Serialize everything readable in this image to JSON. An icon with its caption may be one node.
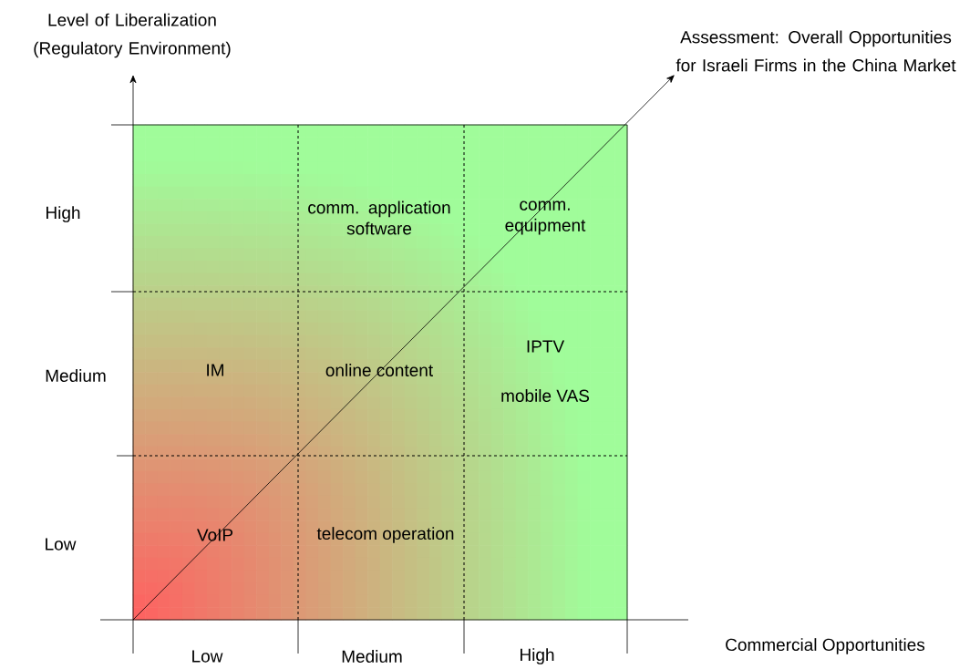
{
  "diagram": {
    "title": "Assessment: Overall Opportunities for Israeli Firms in the China Market",
    "labels": [
      "Level of Liberalization (Regulatory Environment)",
      "High",
      "comm. application software",
      "comm. equipment",
      "Medium",
      "IM",
      "online content",
      "IPTV",
      "mobile VAS",
      "Low",
      "VoIP",
      "telecom operation",
      "Low",
      "Medium",
      "High",
      "Commercial Opportunities"
    ]
  }
}
